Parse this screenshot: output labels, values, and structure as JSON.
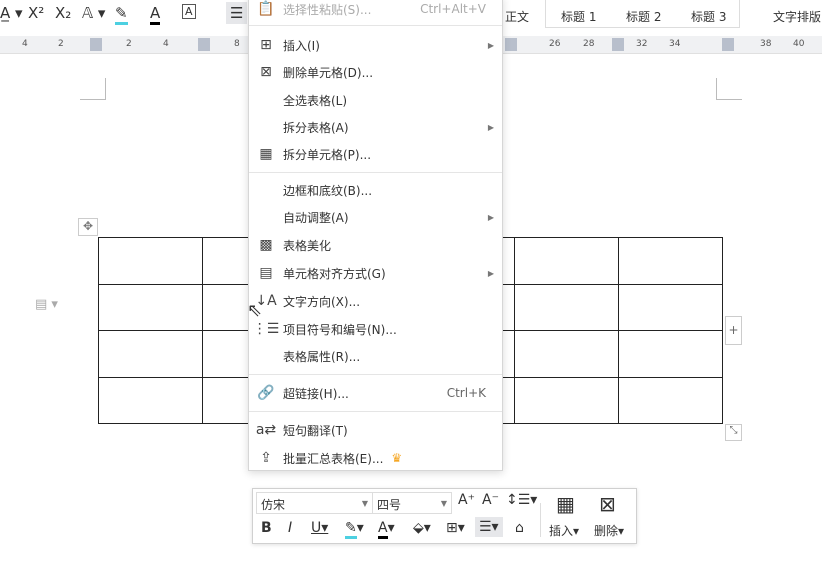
{
  "toolbar": {
    "items": [
      "A",
      "X²",
      "X₂",
      "A",
      "✎",
      "A",
      "A",
      "☰"
    ],
    "style_normal": "正文",
    "styles": [
      "标题 1",
      "标题 2",
      "标题 3"
    ],
    "text_layout": "文字排版"
  },
  "ruler": {
    "ticks": [
      "4",
      "2",
      "2",
      "4",
      "8",
      "26",
      "28",
      "32",
      "34",
      "38",
      "40"
    ]
  },
  "context_menu": {
    "items": [
      {
        "label": "选择性粘贴(S)...",
        "shortcut": "Ctrl+Alt+V",
        "icon": "paste-icon",
        "disabled": true
      },
      {
        "label": "插入(I)",
        "icon": "table-icon",
        "submenu": true
      },
      {
        "label": "删除单元格(D)...",
        "icon": "delete-cell-icon"
      },
      {
        "label": "全选表格(L)"
      },
      {
        "label": "拆分表格(A)",
        "submenu": true
      },
      {
        "label": "拆分单元格(P)...",
        "icon": "split-cell-icon"
      },
      {
        "label": "边框和底纹(B)..."
      },
      {
        "label": "自动调整(A)",
        "submenu": true
      },
      {
        "label": "表格美化",
        "icon": "table-beautify-icon"
      },
      {
        "label": "单元格对齐方式(G)",
        "icon": "cell-align-icon",
        "submenu": true
      },
      {
        "label": "文字方向(X)...",
        "icon": "text-direction-icon"
      },
      {
        "label": "项目符号和编号(N)...",
        "icon": "bullets-icon"
      },
      {
        "label": "表格属性(R)..."
      },
      {
        "label": "超链接(H)...",
        "shortcut": "Ctrl+K",
        "icon": "link-icon"
      },
      {
        "label": "短句翻译(T)",
        "icon": "translate-icon"
      },
      {
        "label": "批量汇总表格(E)...",
        "icon": "batch-summary-icon",
        "badge": "crown"
      }
    ]
  },
  "mini_toolbar": {
    "font": "仿宋",
    "size": "四号",
    "insert": "插入",
    "delete": "删除"
  },
  "colors": {
    "accent": "#4dd0e1",
    "crown": "#f5a623"
  }
}
